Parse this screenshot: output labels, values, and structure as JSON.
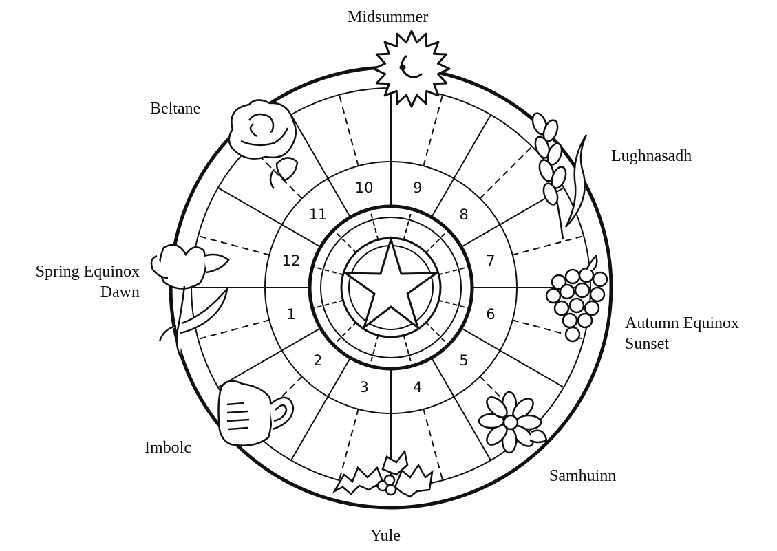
{
  "festivals": {
    "midsummer": "Midsummer",
    "beltane": "Beltane",
    "lughnasadh": "Lughnasadh",
    "spring_equinox": [
      "Spring Equinox",
      "Dawn"
    ],
    "autumn_equinox": [
      "Autumn Equinox",
      "Sunset"
    ],
    "imbolc": "Imbolc",
    "samhuinn": "Samhuinn",
    "yule": "Yule"
  },
  "segments": [
    "10",
    "9",
    "8",
    "7",
    "6",
    "5",
    "4",
    "3",
    "2",
    "1",
    "12",
    "11"
  ],
  "icons": {
    "midsummer": "sun-icon",
    "beltane": "rose-icon",
    "lughnasadh": "wheat-icon",
    "spring_equinox": "tulip-icon",
    "autumn_equinox": "grapes-icon",
    "imbolc": "milk-jug-icon",
    "samhuinn": "flower-icon",
    "yule": "holly-icon"
  },
  "colors": {
    "ink": "#111111",
    "background": "#ffffff"
  }
}
